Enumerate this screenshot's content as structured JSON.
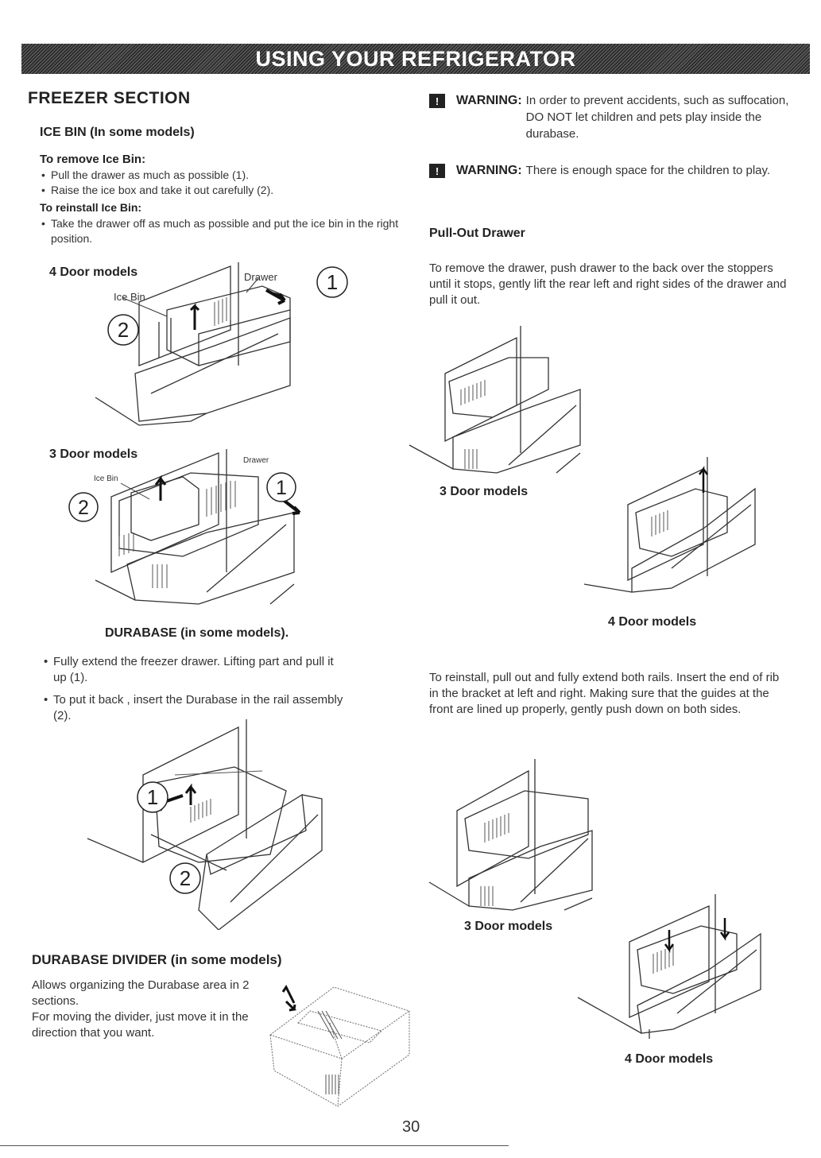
{
  "header": {
    "title": "USING YOUR REFRIGERATOR"
  },
  "left": {
    "section_title": "FREEZER SECTION",
    "ice_bin": {
      "title": "ICE BIN (In some models)",
      "remove_title": "To remove Ice Bin:",
      "remove_steps": [
        "Pull the drawer as much as possible (1).",
        "Raise the ice box and take it out carefully (2)."
      ],
      "reinstall_title": "To reinstall Ice Bin:",
      "reinstall_steps": [
        "Take the drawer off as much as possible and put the ice bin in the right position."
      ]
    },
    "fig_4door": {
      "label": "4 Door models",
      "drawer": "Drawer",
      "ice_bin": "Ice Bin",
      "n1": "1",
      "n2": "2"
    },
    "fig_3door": {
      "label": "3 Door models",
      "drawer": "Drawer",
      "ice_bin": "Ice Bin",
      "n1": "1",
      "n2": "2"
    },
    "durabase": {
      "title": "DURABASE (in some models).",
      "steps": [
        "Fully extend the freezer drawer. Lifting part and pull it up (1).",
        "To put it back , insert the Durabase in the rail assembly (2)."
      ],
      "n1": "1",
      "n2": "2"
    },
    "divider": {
      "title": "DURABASE DIVIDER (in some models)",
      "text1": "Allows organizing the Durabase area in 2 sections.",
      "text2": "For moving the divider, just move it in the direction that you want."
    }
  },
  "right": {
    "warnings": [
      {
        "icon": "!",
        "word": "WARNING:",
        "text": "In order to prevent accidents, such as suffocation, DO NOT let children and pets play inside the durabase."
      },
      {
        "icon": "!",
        "word": "WARNING:",
        "text": "There is enough space for the children to play."
      }
    ],
    "pullout": {
      "title": "Pull-Out Drawer",
      "remove_text": "To remove the drawer, push drawer to the back over the stoppers until it stops, gently lift the rear left and right sides of the drawer and pull it out.",
      "fig1_label": "3 Door models",
      "fig2_label": "4 Door models",
      "reinstall_text": "To reinstall, pull out and fully extend both rails. Insert the end of rib in the bracket at left and right. Making sure that the guides at the front are lined up properly, gently push down on both sides.",
      "fig3_label": "3 Door models",
      "fig4_label": "4 Door models"
    }
  },
  "footer": {
    "page_number": "30"
  }
}
